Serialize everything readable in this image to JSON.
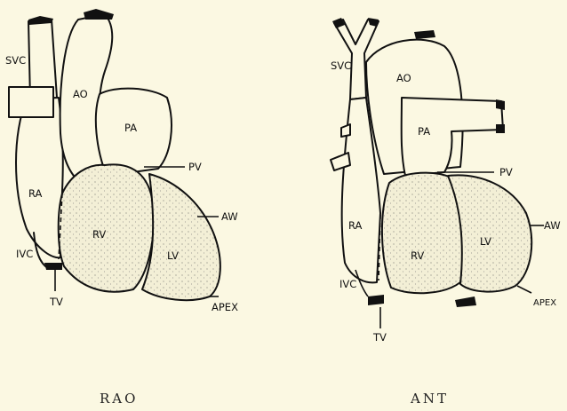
{
  "views": [
    {
      "caption": "RAO",
      "labels": {
        "svc": "SVC",
        "ao": "AO",
        "pa": "PA",
        "pv": "PV",
        "ra": "RA",
        "rv": "RV",
        "lv": "LV",
        "aw": "AW",
        "ivc": "IVC",
        "tv": "TV",
        "apex": "APEX"
      }
    },
    {
      "caption": "ANT",
      "labels": {
        "svc": "SVC",
        "ao": "AO",
        "pa": "PA",
        "pv": "PV",
        "ra": "RA",
        "rv": "RV",
        "lv": "LV",
        "aw": "AW",
        "ivc": "IVC",
        "tv": "TV",
        "apex": "APEX"
      }
    }
  ]
}
